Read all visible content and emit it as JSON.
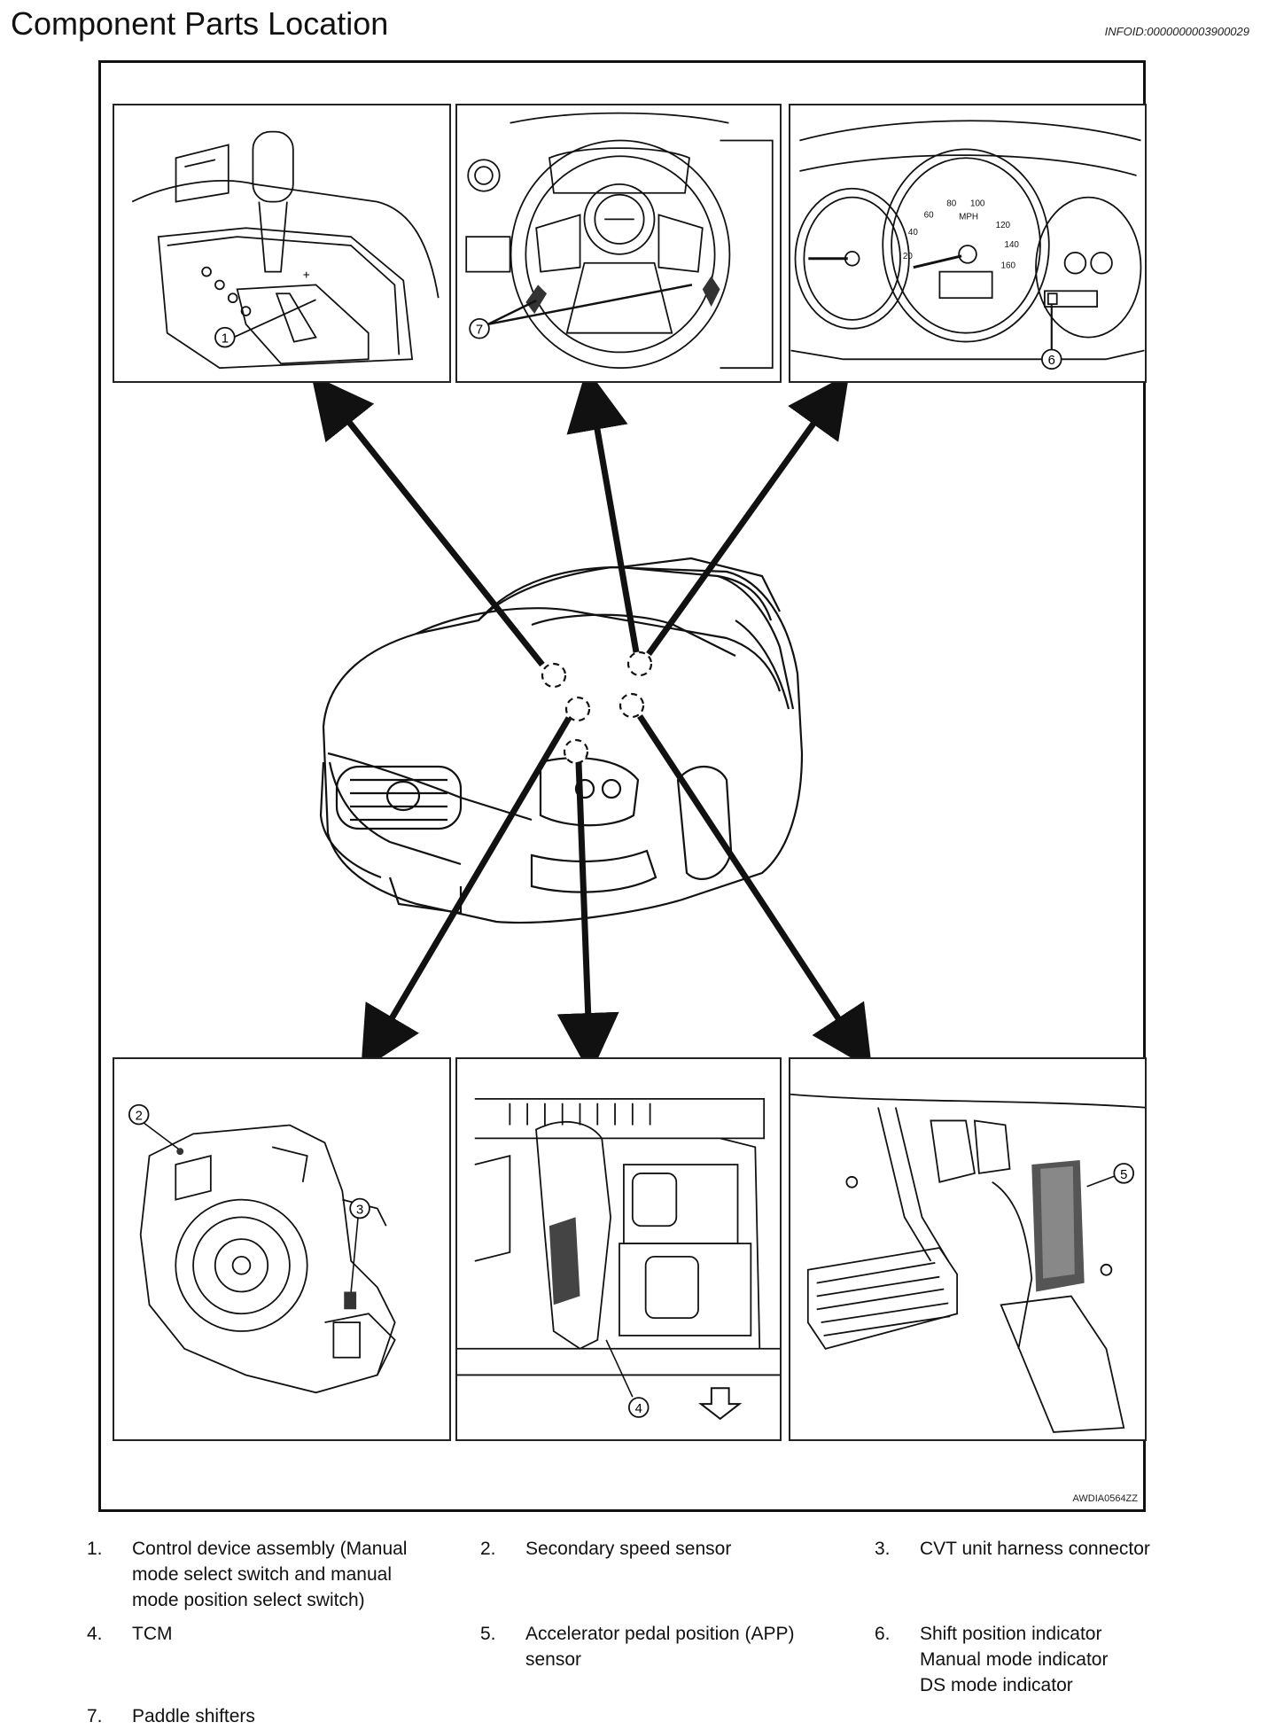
{
  "header": {
    "title": "Component Parts Location",
    "info_id": "INFOID:0000000003900029"
  },
  "figure": {
    "code": "AWDIA0564ZZ",
    "callouts": {
      "1": "1",
      "2": "2",
      "3": "3",
      "4": "4",
      "5": "5",
      "6": "6",
      "7": "7"
    },
    "speedometer_labels": [
      "20",
      "40",
      "60",
      "80",
      "100",
      "120",
      "140",
      "160"
    ],
    "speedometer_unit": "MPH"
  },
  "legend": [
    {
      "num": "1.",
      "text": [
        "Control device assembly (Manual",
        "mode select switch and manual",
        "mode position select switch)"
      ]
    },
    {
      "num": "2.",
      "text": [
        "Secondary speed sensor"
      ]
    },
    {
      "num": "3.",
      "text": [
        "CVT unit harness connector"
      ]
    },
    {
      "num": "4.",
      "text": [
        "TCM"
      ]
    },
    {
      "num": "5.",
      "text": [
        "Accelerator pedal position (APP)",
        "sensor"
      ]
    },
    {
      "num": "6.",
      "text": [
        "Shift position indicator",
        "Manual mode indicator",
        "DS mode indicator"
      ]
    },
    {
      "num": "7.",
      "text": [
        "Paddle shifters"
      ]
    }
  ]
}
